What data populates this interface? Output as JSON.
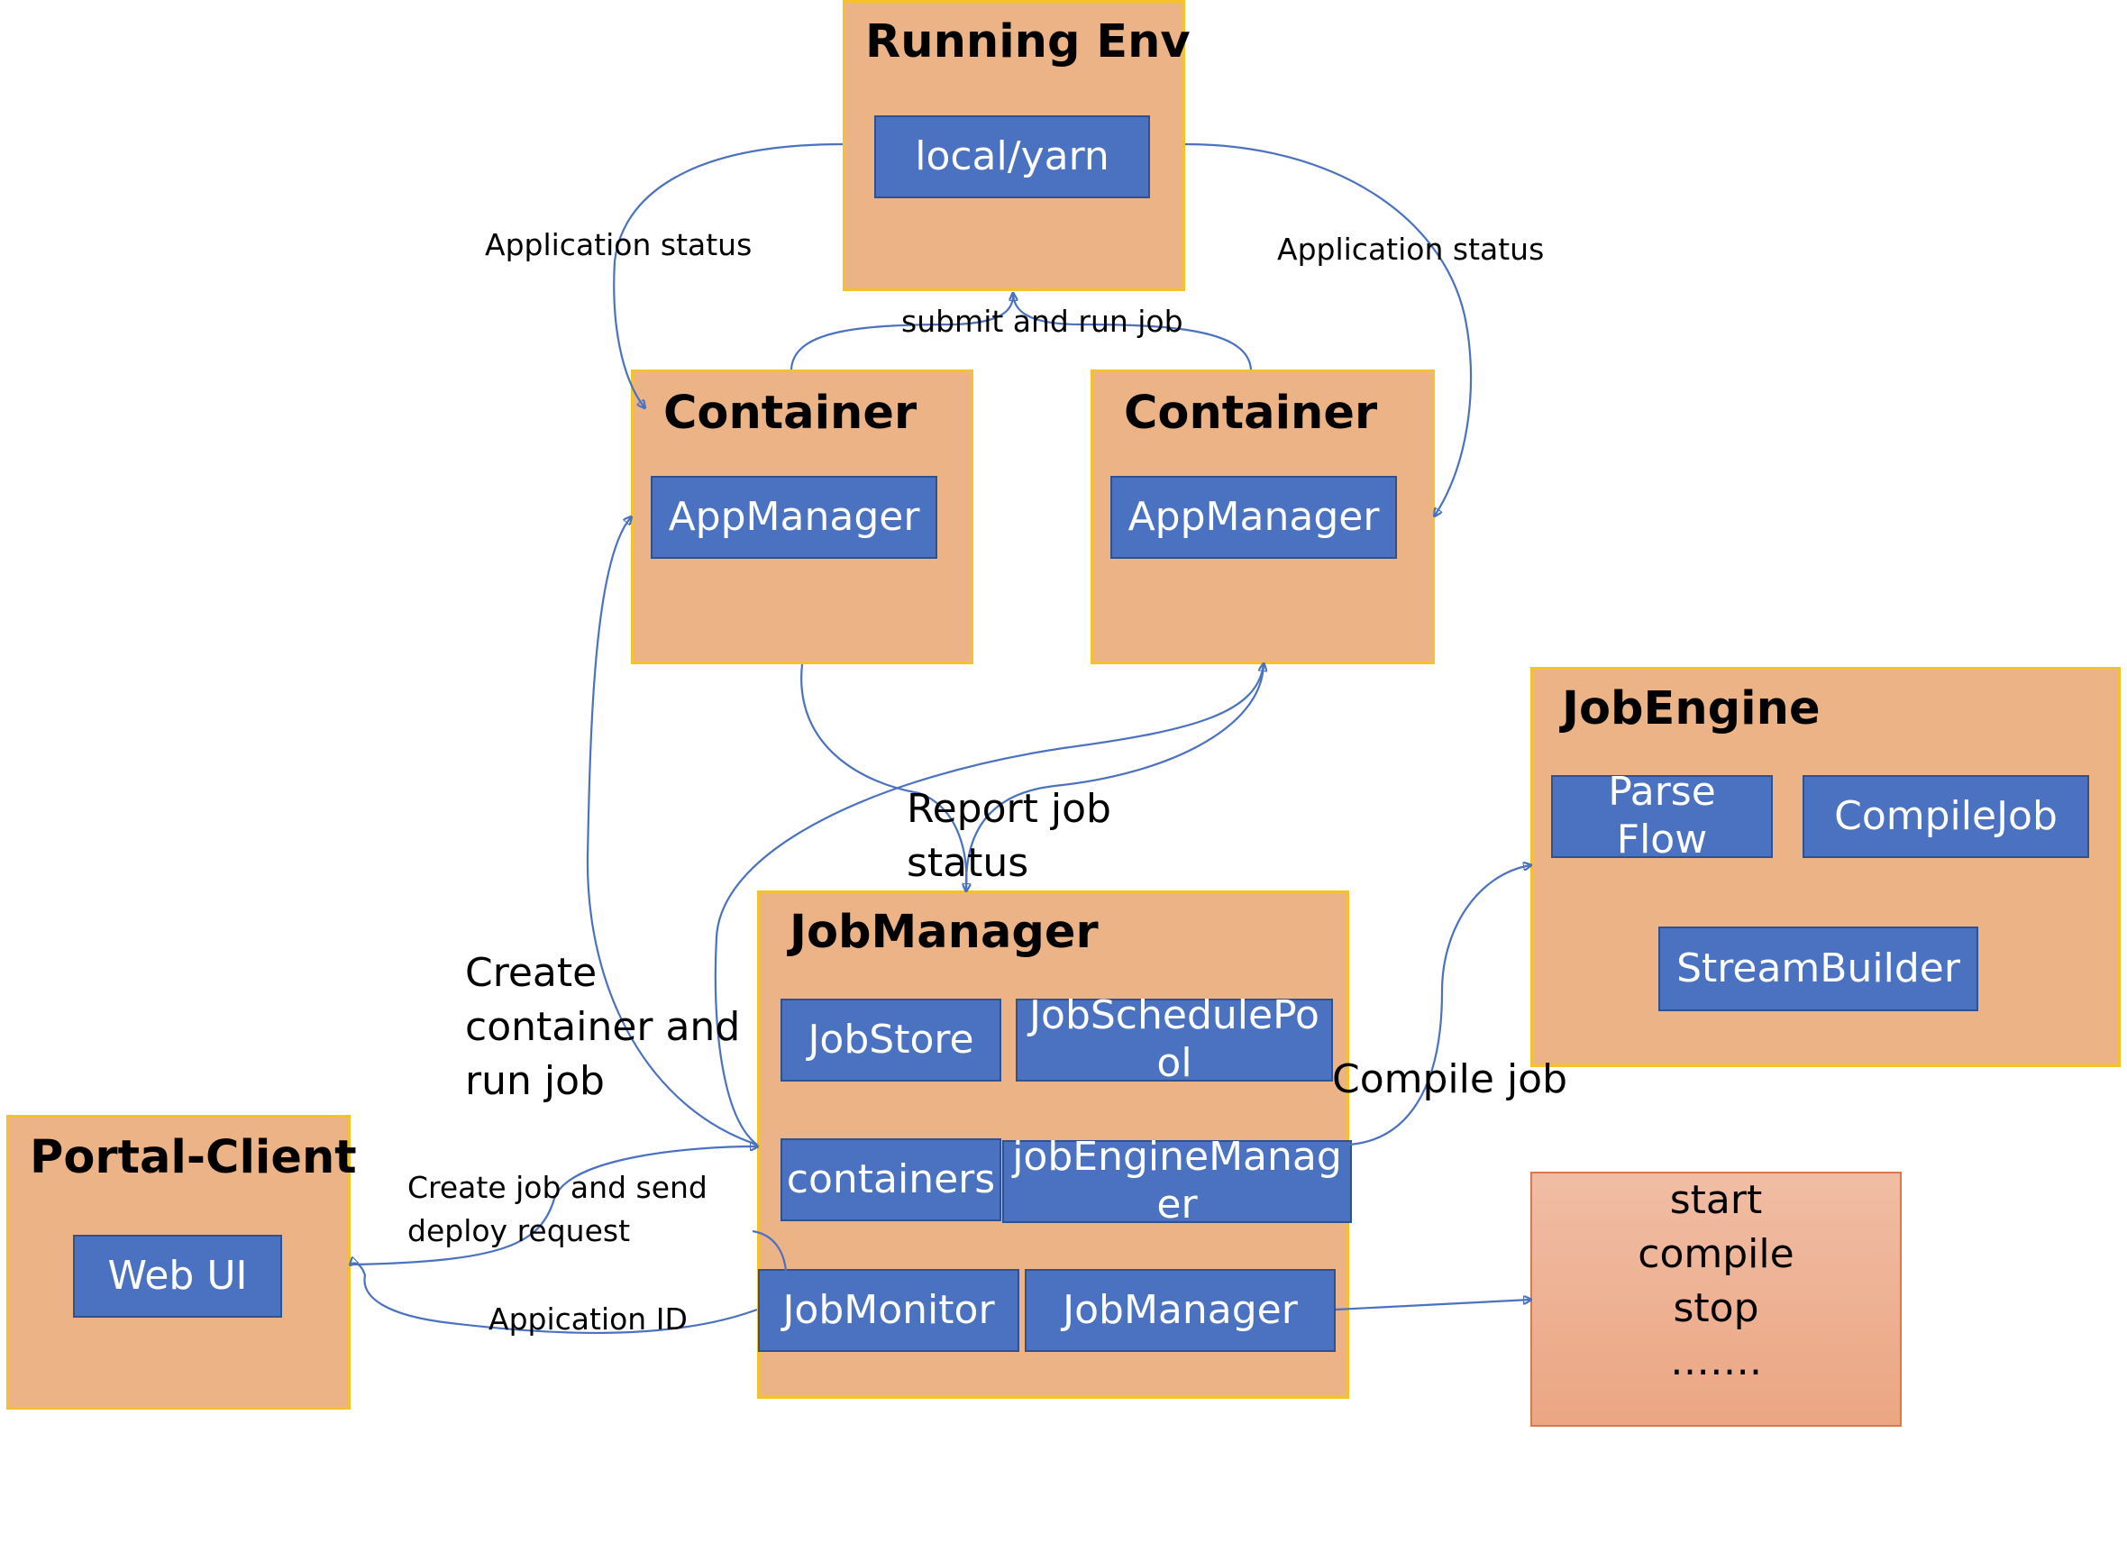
{
  "groups": {
    "running_env": {
      "title": "Running Env",
      "components": {
        "local_yarn": "local/yarn"
      }
    },
    "container_left": {
      "title": "Container",
      "components": {
        "app_manager": "AppManager"
      }
    },
    "container_right": {
      "title": "Container",
      "components": {
        "app_manager": "AppManager"
      }
    },
    "job_engine": {
      "title": "JobEngine",
      "components": {
        "parse_flow": [
          "Parse",
          "Flow"
        ],
        "compile_job": "CompileJob",
        "stream_builder": "StreamBuilder"
      }
    },
    "job_manager": {
      "title": "JobManager",
      "components": {
        "job_store": "JobStore",
        "job_schedule_pool": [
          "JobSchedulePo",
          "ol"
        ],
        "containers": "containers",
        "job_engine_manager": [
          "jobEngineManag",
          "er"
        ],
        "job_monitor": "JobMonitor",
        "job_manager": "JobManager"
      }
    },
    "portal_client": {
      "title": "Portal-Client",
      "components": {
        "web_ui": "Web UI"
      }
    }
  },
  "commands": [
    "start",
    "compile",
    "stop",
    "……."
  ],
  "edge_labels": {
    "application_status_left": "Application status",
    "application_status_right": "Application status",
    "submit_and_run_job": "submit and run job",
    "report_job_status": [
      "Report job",
      "status"
    ],
    "create_container_and_run_job": [
      "Create",
      "container and",
      "run job"
    ],
    "compile_job": "Compile job",
    "create_job_and_send_deploy_request": [
      "Create job and send",
      "deploy request"
    ],
    "appication_id": "Appication ID"
  },
  "colors": {
    "group_fill": "#EBB386",
    "group_border": "#F5C22B",
    "component_fill": "#4A72C0",
    "component_border": "#2F528F",
    "connector": "#4A72C0",
    "command_fill": "#EBA683",
    "command_border": "#E07748"
  }
}
